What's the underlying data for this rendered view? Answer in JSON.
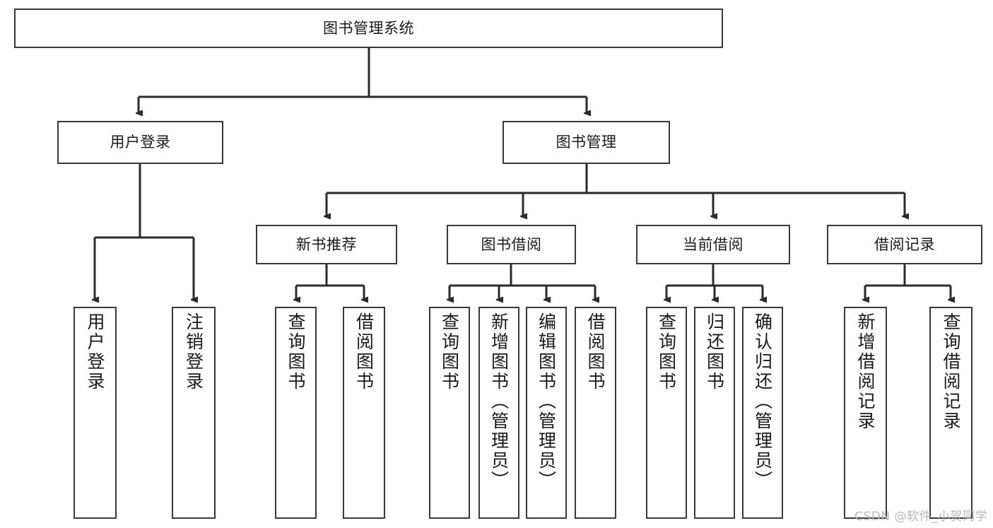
{
  "diagram": {
    "title": "图书管理系统",
    "type": "hierarchy-tree",
    "watermark": "CSDN @软件_小贺同学",
    "colors": {
      "background": "#ffffff",
      "box_border": "#3a3a3a",
      "connector": "#2b2b2b",
      "text": "#1a1a1a",
      "watermark": "#b9b9b9"
    },
    "nodes": {
      "root": {
        "label": "图书管理系统",
        "level": 0
      },
      "level1": [
        {
          "id": "user-login",
          "label": "用户登录"
        },
        {
          "id": "book-manage",
          "label": "图书管理"
        }
      ],
      "level2": [
        {
          "id": "new-book-recommend",
          "label": "新书推荐",
          "parent": "book-manage"
        },
        {
          "id": "book-borrow",
          "label": "图书借阅",
          "parent": "book-manage"
        },
        {
          "id": "current-borrow",
          "label": "当前借阅",
          "parent": "book-manage"
        },
        {
          "id": "borrow-record",
          "label": "借阅记录",
          "parent": "book-manage"
        }
      ],
      "leaves": [
        {
          "id": "leaf-user-login",
          "label": "用户登录",
          "parent": "user-login"
        },
        {
          "id": "leaf-logout",
          "label": "注销登录",
          "parent": "user-login"
        },
        {
          "id": "leaf-query-book-1",
          "label": "查询图书",
          "parent": "new-book-recommend"
        },
        {
          "id": "leaf-borrow-book-1",
          "label": "借阅图书",
          "parent": "new-book-recommend"
        },
        {
          "id": "leaf-query-book-2",
          "label": "查询图书",
          "parent": "book-borrow"
        },
        {
          "id": "leaf-add-book",
          "label": "新增图书（管理员）",
          "parent": "book-borrow"
        },
        {
          "id": "leaf-edit-book",
          "label": "编辑图书（管理员）",
          "parent": "book-borrow"
        },
        {
          "id": "leaf-borrow-book-2",
          "label": "借阅图书",
          "parent": "book-borrow"
        },
        {
          "id": "leaf-query-book-3",
          "label": "查询图书",
          "parent": "current-borrow"
        },
        {
          "id": "leaf-return-book",
          "label": "归还图书",
          "parent": "current-borrow"
        },
        {
          "id": "leaf-confirm-return",
          "label": "确认归还（管理员）",
          "parent": "current-borrow"
        },
        {
          "id": "leaf-add-record",
          "label": "新增借阅记录",
          "parent": "borrow-record"
        },
        {
          "id": "leaf-query-record",
          "label": "查询借阅记录",
          "parent": "borrow-record"
        }
      ]
    }
  }
}
